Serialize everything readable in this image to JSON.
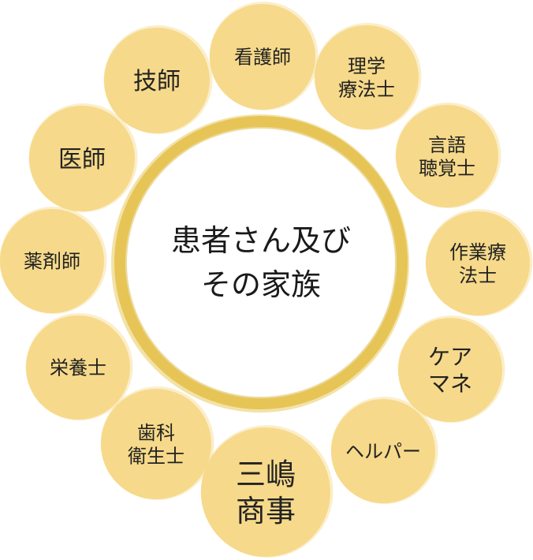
{
  "center": {
    "lines": [
      "患者さん及び",
      "その家族"
    ]
  },
  "nodes": [
    {
      "id": "nurse",
      "lines": [
        "看護師"
      ]
    },
    {
      "id": "physical-therapist",
      "lines": [
        "理学",
        "療法士"
      ]
    },
    {
      "id": "speech-therapist",
      "lines": [
        "言語",
        "聴覚士"
      ]
    },
    {
      "id": "occupational-therapist",
      "lines": [
        "作業療",
        "法士"
      ]
    },
    {
      "id": "care-manager",
      "lines": [
        "ケア",
        "マネ"
      ]
    },
    {
      "id": "helper",
      "lines": [
        "ヘルパー"
      ]
    },
    {
      "id": "mishima-shoji",
      "lines": [
        "三嶋",
        "商事"
      ]
    },
    {
      "id": "dental-hygienist",
      "lines": [
        "歯科",
        "衛生士"
      ]
    },
    {
      "id": "dietitian",
      "lines": [
        "栄養士"
      ]
    },
    {
      "id": "pharmacist",
      "lines": [
        "薬剤師"
      ]
    },
    {
      "id": "doctor",
      "lines": [
        "医師"
      ]
    },
    {
      "id": "technician",
      "lines": [
        "技師"
      ]
    }
  ],
  "colors": {
    "node_fill": "#f6d98a",
    "ring": "#e6c556",
    "center_fill": "#ffffff",
    "text": "#222222"
  }
}
